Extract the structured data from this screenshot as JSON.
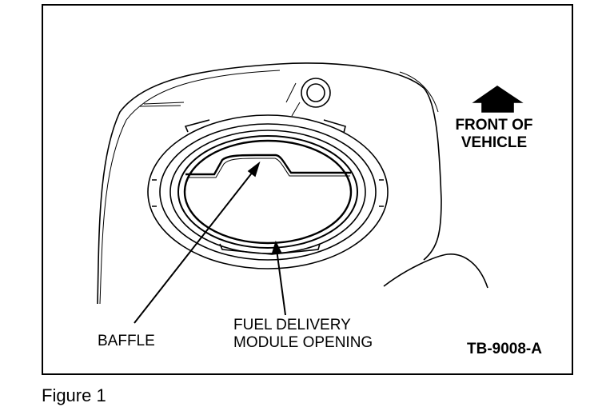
{
  "labels": {
    "front_line1": "FRONT OF",
    "front_line2": "VEHICLE",
    "baffle": "BAFFLE",
    "module_line1": "FUEL DELIVERY",
    "module_line2": "MODULE OPENING",
    "ref_code": "TB-9008-A"
  },
  "caption": "Figure 1",
  "colors": {
    "ink": "#000000",
    "paper": "#ffffff"
  },
  "icons": {
    "front_arrow": "house-arrow-up-icon"
  }
}
